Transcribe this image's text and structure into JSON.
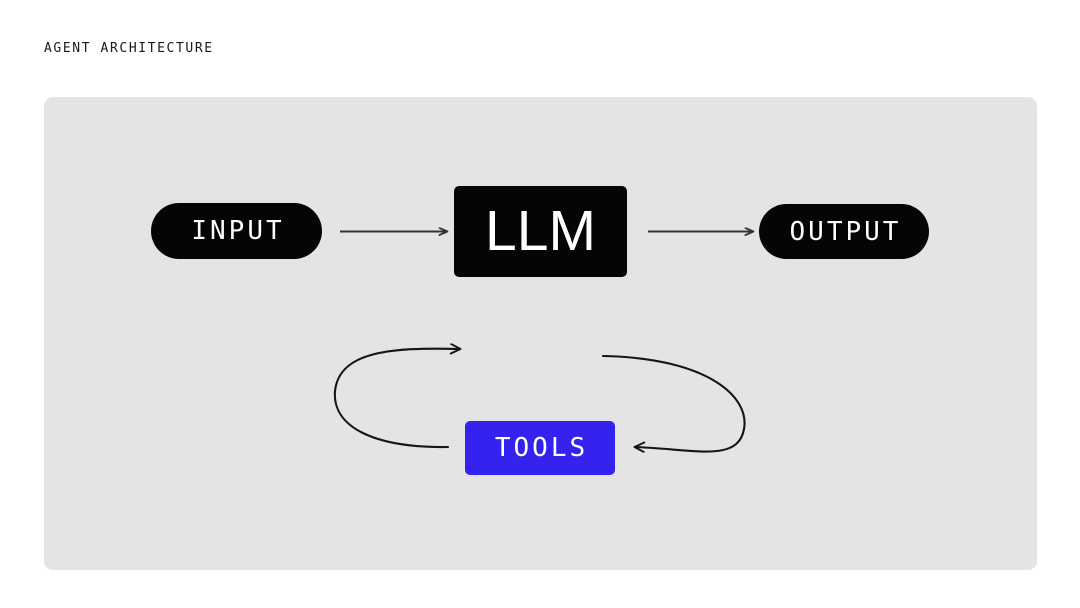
{
  "page": {
    "background_color": "#ffffff",
    "eyebrow": "AGENT ARCHITECTURE"
  },
  "panel": {
    "background_color": "#e4e4e4"
  },
  "diagram": {
    "title": "AGENT ARCHITECTURE",
    "nodes": [
      {
        "id": "input",
        "label": "INPUT",
        "shape": "pill",
        "fill": "#050505",
        "text_color": "#ffffff"
      },
      {
        "id": "llm",
        "label": "LLM",
        "shape": "rounded-rect",
        "fill": "#050505",
        "text_color": "#ffffff"
      },
      {
        "id": "output",
        "label": "OUTPUT",
        "shape": "pill",
        "fill": "#050505",
        "text_color": "#ffffff"
      },
      {
        "id": "tools",
        "label": "TOOLS",
        "shape": "rounded-rect",
        "fill": "#3422ee",
        "text_color": "#ffffff"
      }
    ],
    "edges": [
      {
        "id": "input-to-llm",
        "from": "input",
        "to": "llm",
        "style": "straight",
        "direction": "right",
        "color": "#333333"
      },
      {
        "id": "llm-to-output",
        "from": "llm",
        "to": "output",
        "style": "straight",
        "direction": "right",
        "color": "#333333"
      },
      {
        "id": "llm-to-tools",
        "from": "llm",
        "to": "tools",
        "style": "curved",
        "direction": "clockwise-right",
        "color": "#151515"
      },
      {
        "id": "tools-to-llm",
        "from": "tools",
        "to": "llm",
        "style": "curved",
        "direction": "clockwise-left",
        "color": "#151515"
      }
    ]
  }
}
